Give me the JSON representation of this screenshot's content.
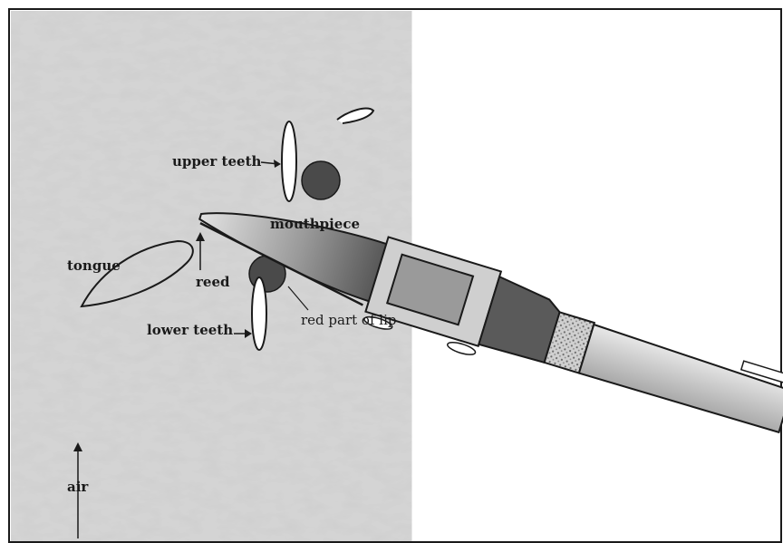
{
  "labels": {
    "upper_teeth": "upper teeth",
    "mouthpiece": "mouthpiece",
    "tongue": "tongue",
    "reed": "reed",
    "red_part_of_lip": "red part of lip",
    "lower_teeth": "lower teeth",
    "air": "air"
  },
  "colors": {
    "skin_texture": "#c8c8c8",
    "outline": "#1a1a1a",
    "lip": "#4a4a4a",
    "mouthpiece_tip": "#d8d8d8",
    "mouthpiece_dark": "#5a5a5a",
    "ligature": "#b8b8b8",
    "cork": "#9a9a9a",
    "barrel": "#c0c0c0"
  }
}
